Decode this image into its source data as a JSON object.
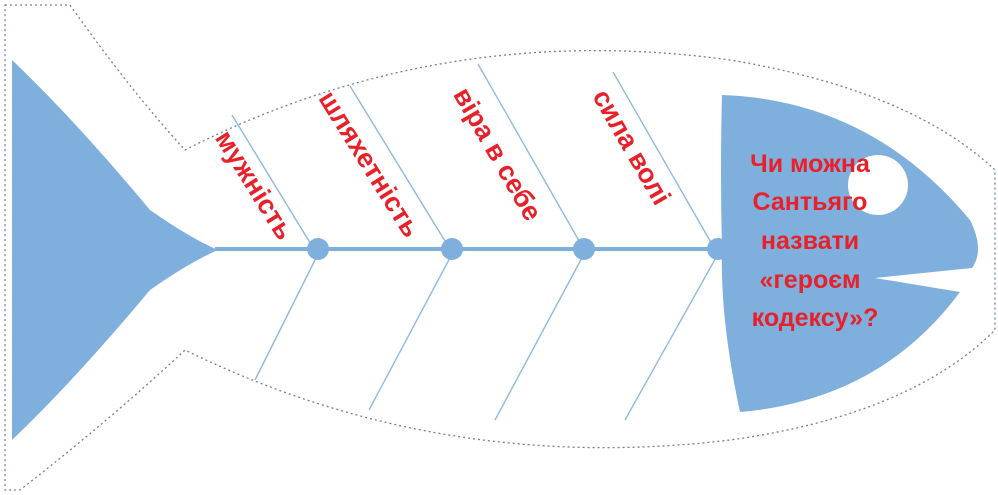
{
  "diagram": {
    "type": "fishbone",
    "causes_top": [
      "мужність",
      "шляхетність",
      "віра в себе",
      "сила волі"
    ],
    "causes_bottom": [
      "",
      "",
      "",
      ""
    ],
    "head_lines": [
      "Чи можна",
      "Сантьяго",
      "назвати",
      "«героєм",
      "кодексу»?"
    ],
    "colors": {
      "fill": "#7fb0dd",
      "spine": "#7fb0dd",
      "bones": "#8fb9e0",
      "outline": "#6f7f9f",
      "text": "#e8202a"
    }
  }
}
